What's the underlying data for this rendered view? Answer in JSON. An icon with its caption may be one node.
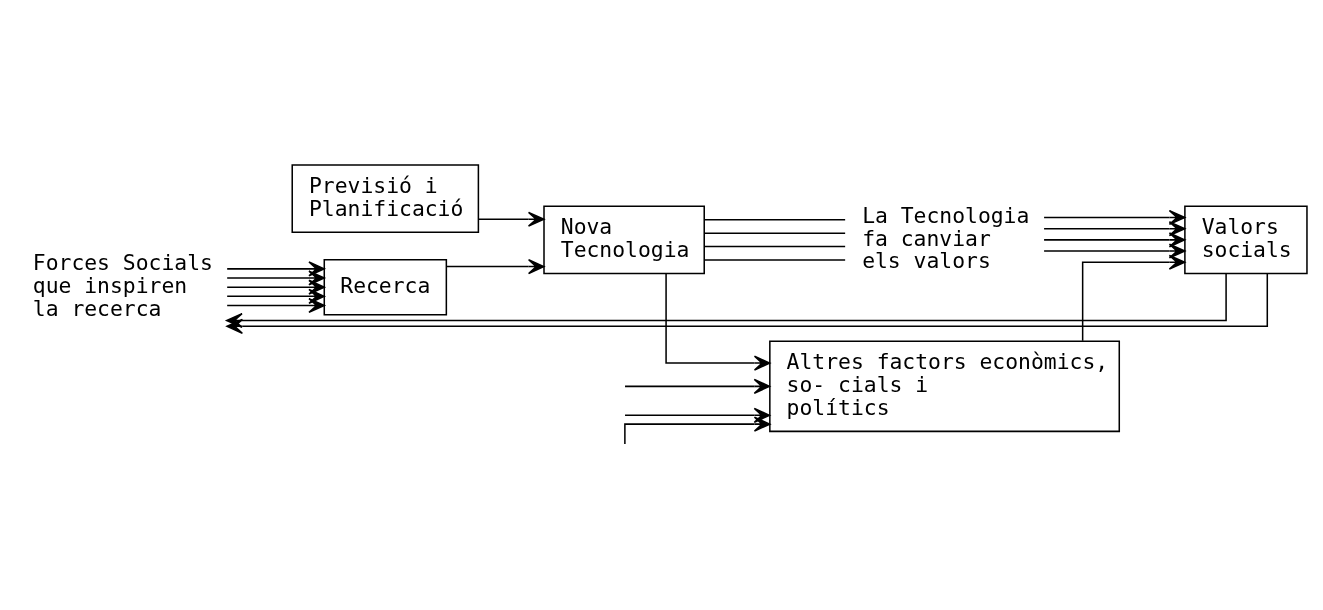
{
  "diagram": {
    "nodes": [
      {
        "text": [
          "Previsió i Planificació"
        ]
      },
      {
        "text": [
          "Forces Socials que inspiren la recerca"
        ]
      },
      {
        "text": [
          "Recerca"
        ]
      },
      {
        "text": [
          "Nova Tecnologia"
        ]
      },
      {
        "text": [
          "La Tecnologia fa canviar els valors"
        ]
      },
      {
        "text": [
          "Valors socials"
        ]
      },
      {
        "text": [
          "Altres factors econòmics, so- cials i polítics"
        ]
      }
    ],
    "edges": [
      {
        "from": 1,
        "to": 2,
        "arrow": "to"
      },
      {
        "from": 1,
        "to": 2,
        "arrow": "to"
      },
      {
        "from": 1,
        "to": 2,
        "arrow": "to"
      },
      {
        "from": 1,
        "to": 2,
        "arrow": "to"
      },
      {
        "from": 1,
        "to": 2,
        "arrow": "to"
      },
      {
        "from": 2,
        "to": 3,
        "arrow": "to"
      },
      {
        "from": 0,
        "to": 3,
        "arrow": "to"
      },
      {
        "from": 3,
        "to": 4,
        "arrow": "none"
      },
      {
        "from": 3,
        "to": 4,
        "arrow": "none"
      },
      {
        "from": 3,
        "to": 4,
        "arrow": "none"
      },
      {
        "from": 3,
        "to": 4,
        "arrow": "none"
      },
      {
        "from": 4,
        "to": 5,
        "arrow": "to"
      },
      {
        "from": 4,
        "to": 5,
        "arrow": "to"
      },
      {
        "from": 4,
        "to": 5,
        "arrow": "to"
      },
      {
        "from": 4,
        "to": 5,
        "arrow": "to"
      },
      {
        "from": 3,
        "to": 6,
        "arrow": "to"
      },
      {
        "from": null,
        "to": 6,
        "arrow": "to"
      },
      {
        "from": null,
        "to": 6,
        "arrow": "to"
      },
      {
        "from": null,
        "to": 6,
        "arrow": "to"
      },
      {
        "from": 6,
        "to": 5,
        "arrow": "to"
      },
      {
        "from": 5,
        "to": 1,
        "arrow": "to"
      },
      {
        "from": 5,
        "to": 1,
        "arrow": "to"
      }
    ]
  }
}
